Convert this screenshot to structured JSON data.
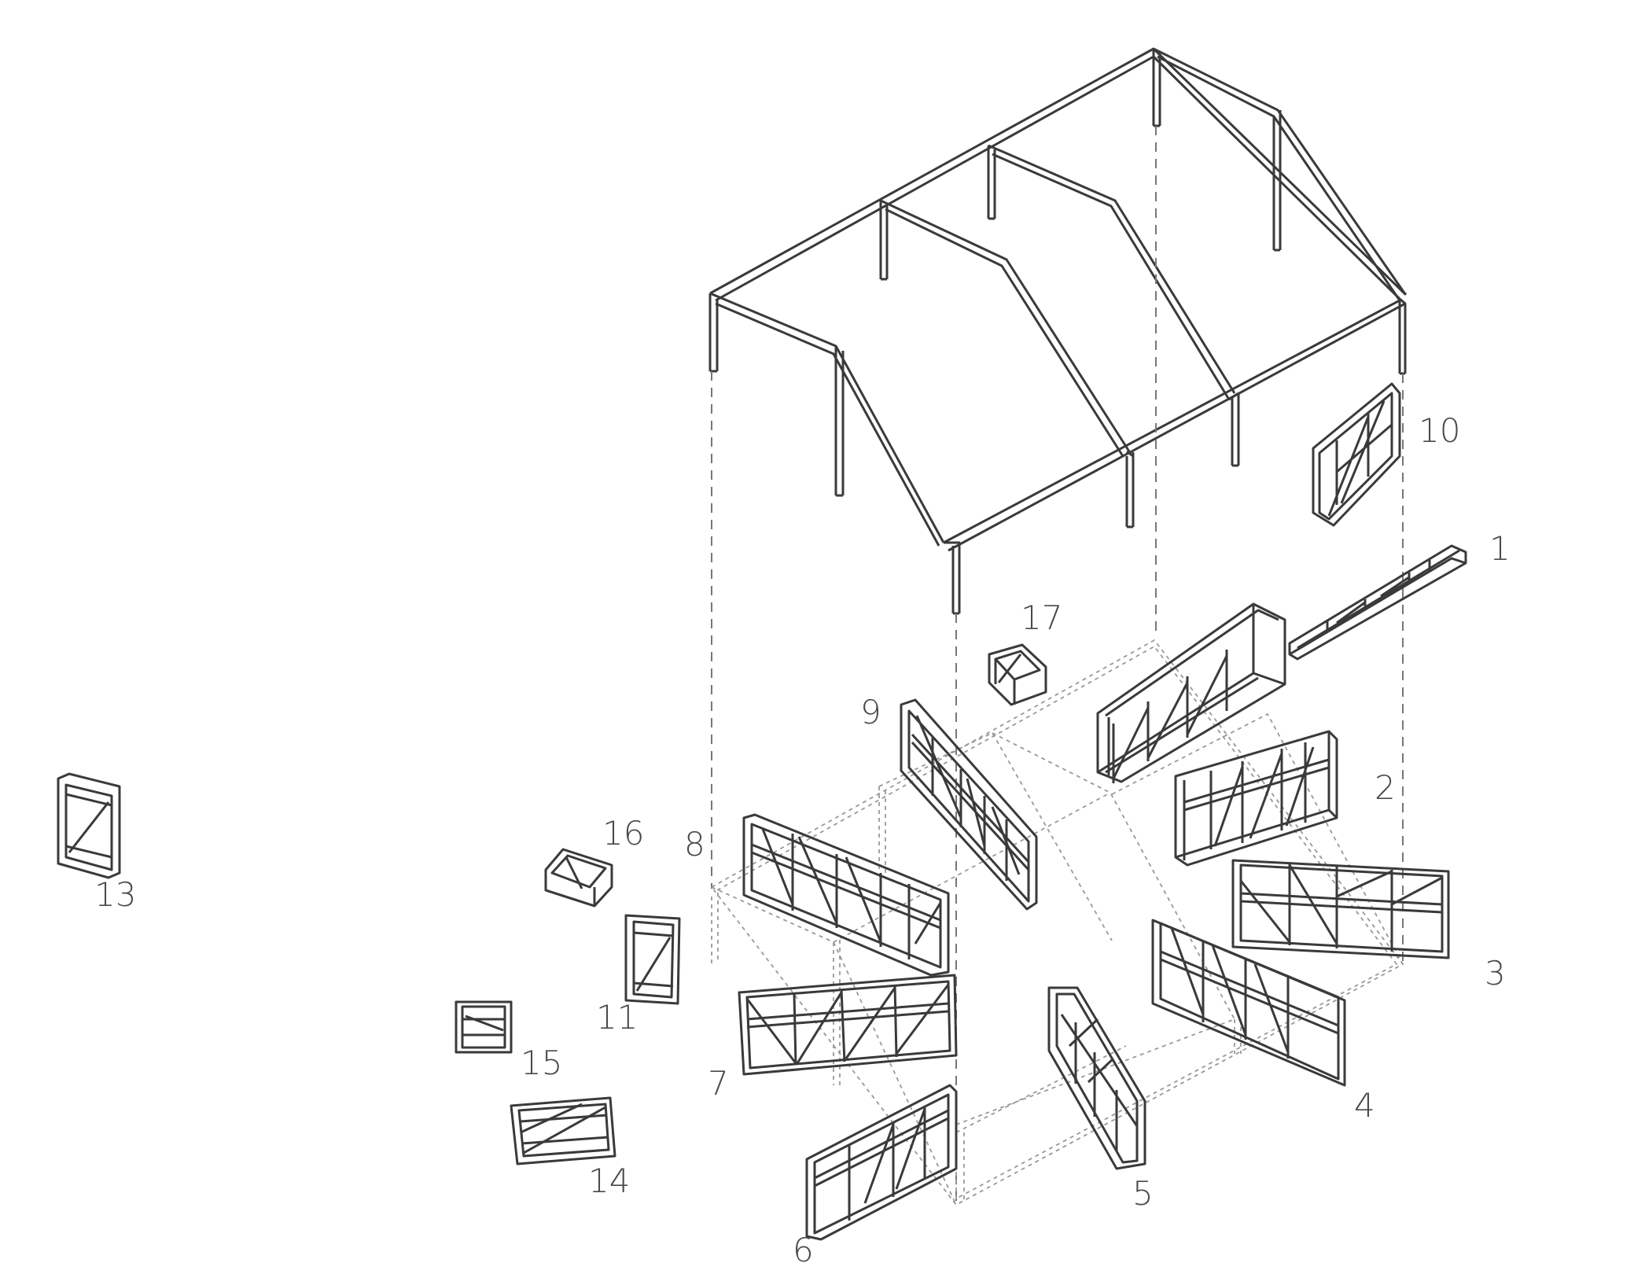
{
  "labels": {
    "l1": "1",
    "l2": "2",
    "l3": "3",
    "l4": "4",
    "l5": "5",
    "l6": "6",
    "l7": "7",
    "l8": "8",
    "l9": "9",
    "l10": "10",
    "l11": "11",
    "l13": "13",
    "l14": "14",
    "l15": "15",
    "l16": "16",
    "l17": "17"
  },
  "colors": {
    "stroke": "#3a3a3a",
    "label": "#4a4a4a",
    "background": "#ffffff"
  }
}
